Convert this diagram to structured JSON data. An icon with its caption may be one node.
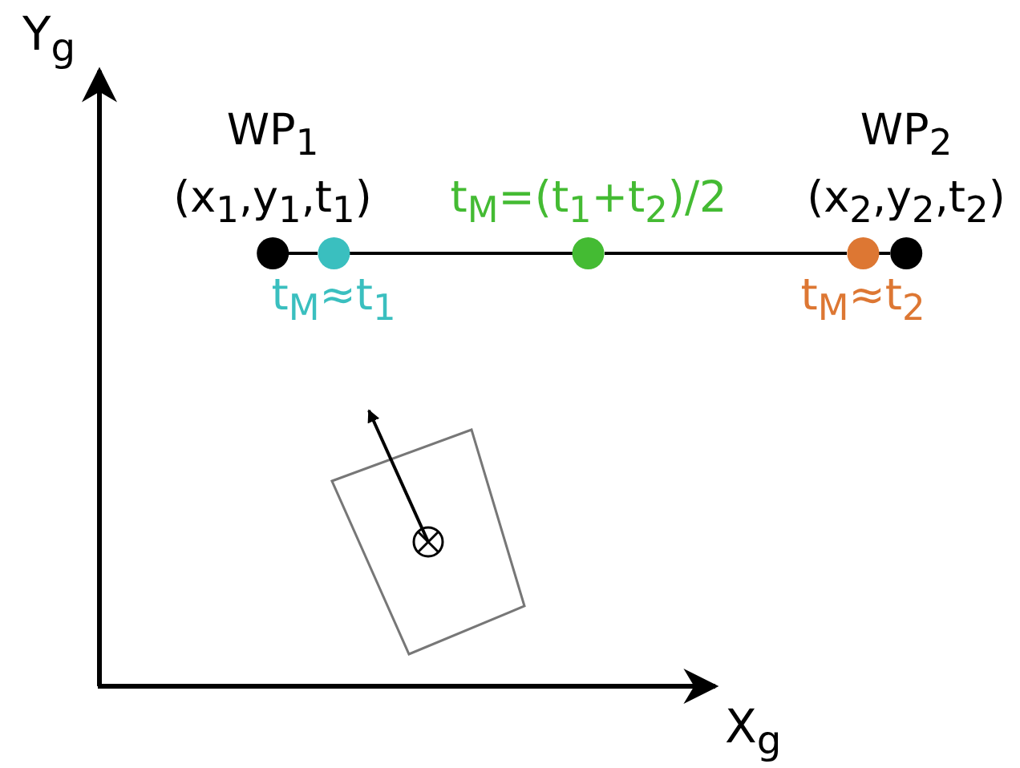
{
  "diagram": {
    "nodes": [
      {
        "text": [
          "WP$_{1}$",
          "(x$_{1}$,y$_{1}$,t$_{1}$)"
        ]
      },
      {
        "text": [
          "t$_{M}$≈t$_{1}$"
        ]
      },
      {
        "text": [
          "t$_{M}$=(t$_{1}$+t$_{2}$)/2"
        ]
      },
      {
        "text": [
          "t$_{M}$≈t$_{2}$"
        ]
      },
      {
        "text": [
          "WP$_{2}$",
          "(x$_{2}$,y$_{2}$,t$_{2}$)"
        ]
      }
    ],
    "edges": [
      {
        "from": 0,
        "to": 1,
        "arrow": "none"
      },
      {
        "from": 1,
        "to": 2,
        "arrow": "none"
      },
      {
        "from": 2,
        "to": 3,
        "arrow": "none"
      },
      {
        "from": 3,
        "to": 4,
        "arrow": "none"
      }
    ],
    "labels": [
      "Y$_{g}$",
      "X$_{g}$"
    ]
  }
}
